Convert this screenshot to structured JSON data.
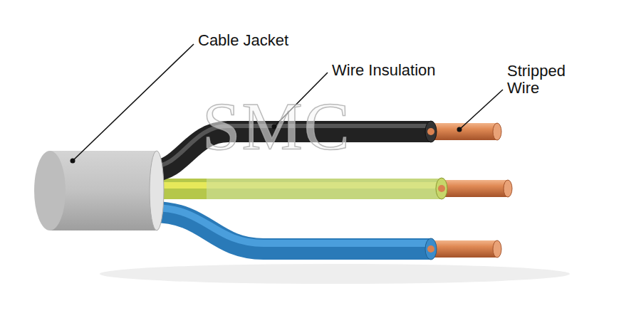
{
  "diagram": {
    "labels": [
      "Cable Jacket",
      "Wire Insulation",
      "Stripped Wire",
      "SMC"
    ]
  }
}
